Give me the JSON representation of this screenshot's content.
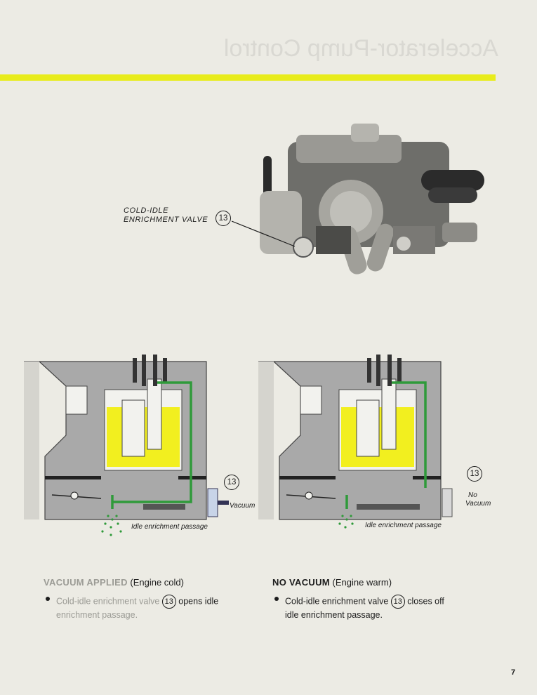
{
  "page": {
    "number": "7",
    "ghost_title": "Accelerator-Pump Control"
  },
  "photo": {
    "label_line1": "COLD-IDLE",
    "label_line2": "ENRICHMENT VALVE",
    "callout": "13"
  },
  "diagrams": {
    "left": {
      "callout": "13",
      "vacuum_label": "Vacuum",
      "passage_label": "Idle enrichment passage"
    },
    "right": {
      "callout": "13",
      "vacuum_line1": "No",
      "vacuum_line2": "Vacuum",
      "passage_label": "Idle enrichment passage"
    }
  },
  "captions": {
    "left": {
      "title": "VACUUM APPLIED",
      "subtitle": "(Engine cold)",
      "bullet_pre": "Cold-idle enrichment valve",
      "number": "13",
      "bullet_post": "opens idle",
      "bullet_line2": "enrichment passage."
    },
    "right": {
      "title": "NO VACUUM",
      "subtitle": "(Engine warm)",
      "bullet_pre": "Cold-idle enrichment valve",
      "number": "13",
      "bullet_post": "closes off",
      "bullet_line2": "idle enrichment passage."
    }
  },
  "colors": {
    "accent_yellow": "#e8ec1c",
    "fuel_yellow": "#f2ef1f",
    "passage_green": "#2f9a3a",
    "body_gray": "#a9a9a9"
  }
}
